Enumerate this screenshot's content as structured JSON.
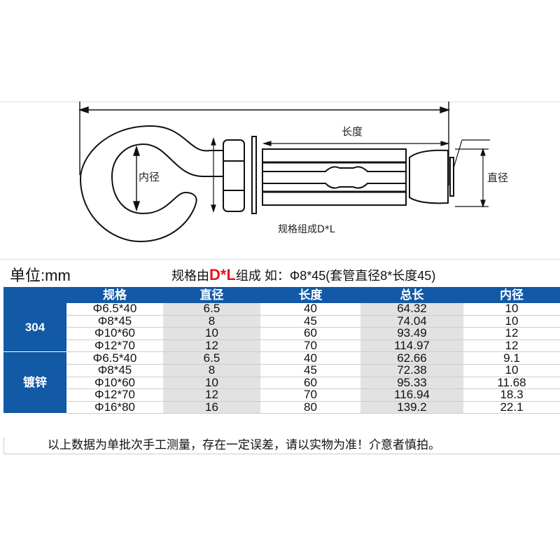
{
  "diagram": {
    "labels": {
      "length": "长度",
      "inner_diameter": "内径",
      "diameter": "直径",
      "composition": "规格组成D*L"
    }
  },
  "header": {
    "unit": "单位:mm",
    "spec_prefix": "规格由",
    "spec_highlight": "D*L",
    "spec_suffix": "组成 如：Φ8*45(套管直径8*长度45)",
    "highlight_color": "#e8141b"
  },
  "table": {
    "header_color": "#1259a6",
    "columns": [
      "",
      "规格",
      "直径",
      "长度",
      "总长",
      "内径"
    ],
    "groups": [
      {
        "name": "304",
        "rows": [
          [
            "Φ6.5*40",
            "6.5",
            "40",
            "64.32",
            "10"
          ],
          [
            "Φ8*45",
            "8",
            "45",
            "74.04",
            "10"
          ],
          [
            "Φ10*60",
            "10",
            "60",
            "93.49",
            "12"
          ],
          [
            "Φ12*70",
            "12",
            "70",
            "114.97",
            "12"
          ]
        ]
      },
      {
        "name": "镀锌",
        "rows": [
          [
            "Φ6.5*40",
            "6.5",
            "40",
            "62.66",
            "9.1"
          ],
          [
            "Φ8*45",
            "8",
            "45",
            "72.38",
            "10"
          ],
          [
            "Φ10*60",
            "10",
            "60",
            "95.33",
            "11.68"
          ],
          [
            "Φ12*70",
            "12",
            "70",
            "116.94",
            "18.3"
          ],
          [
            "Φ16*80",
            "16",
            "80",
            "139.2",
            "22.1"
          ]
        ]
      }
    ]
  },
  "footer": {
    "note": "以上数据为单批次手工测量，存在一定误差，请以实物为准！介意者慎拍。"
  }
}
